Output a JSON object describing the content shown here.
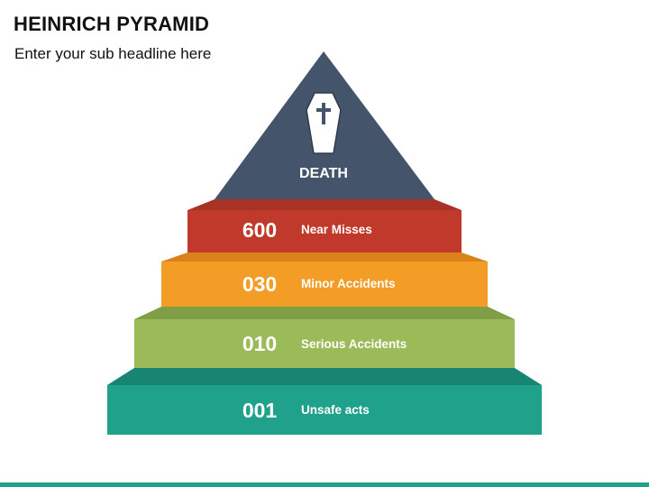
{
  "header": {
    "title": "HEINRICH PYRAMID",
    "subtitle": "Enter your sub headline here"
  },
  "pyramid": {
    "apex": {
      "label": "DEATH",
      "icon": "coffin-icon",
      "color": "#44546a"
    },
    "tiers": [
      {
        "number": "600",
        "label": "Near Misses",
        "color": "#c0392b",
        "top_color": "#a93226"
      },
      {
        "number": "030",
        "label": "Minor Accidents",
        "color": "#f39c26",
        "top_color": "#d9821a"
      },
      {
        "number": "010",
        "label": "Serious Accidents",
        "color": "#9bbb59",
        "top_color": "#7f9e45"
      },
      {
        "number": "001",
        "label": "Unsafe acts",
        "color": "#1fa18b",
        "top_color": "#178572"
      }
    ]
  },
  "footer": {
    "bar_color": "#1fa18b"
  }
}
